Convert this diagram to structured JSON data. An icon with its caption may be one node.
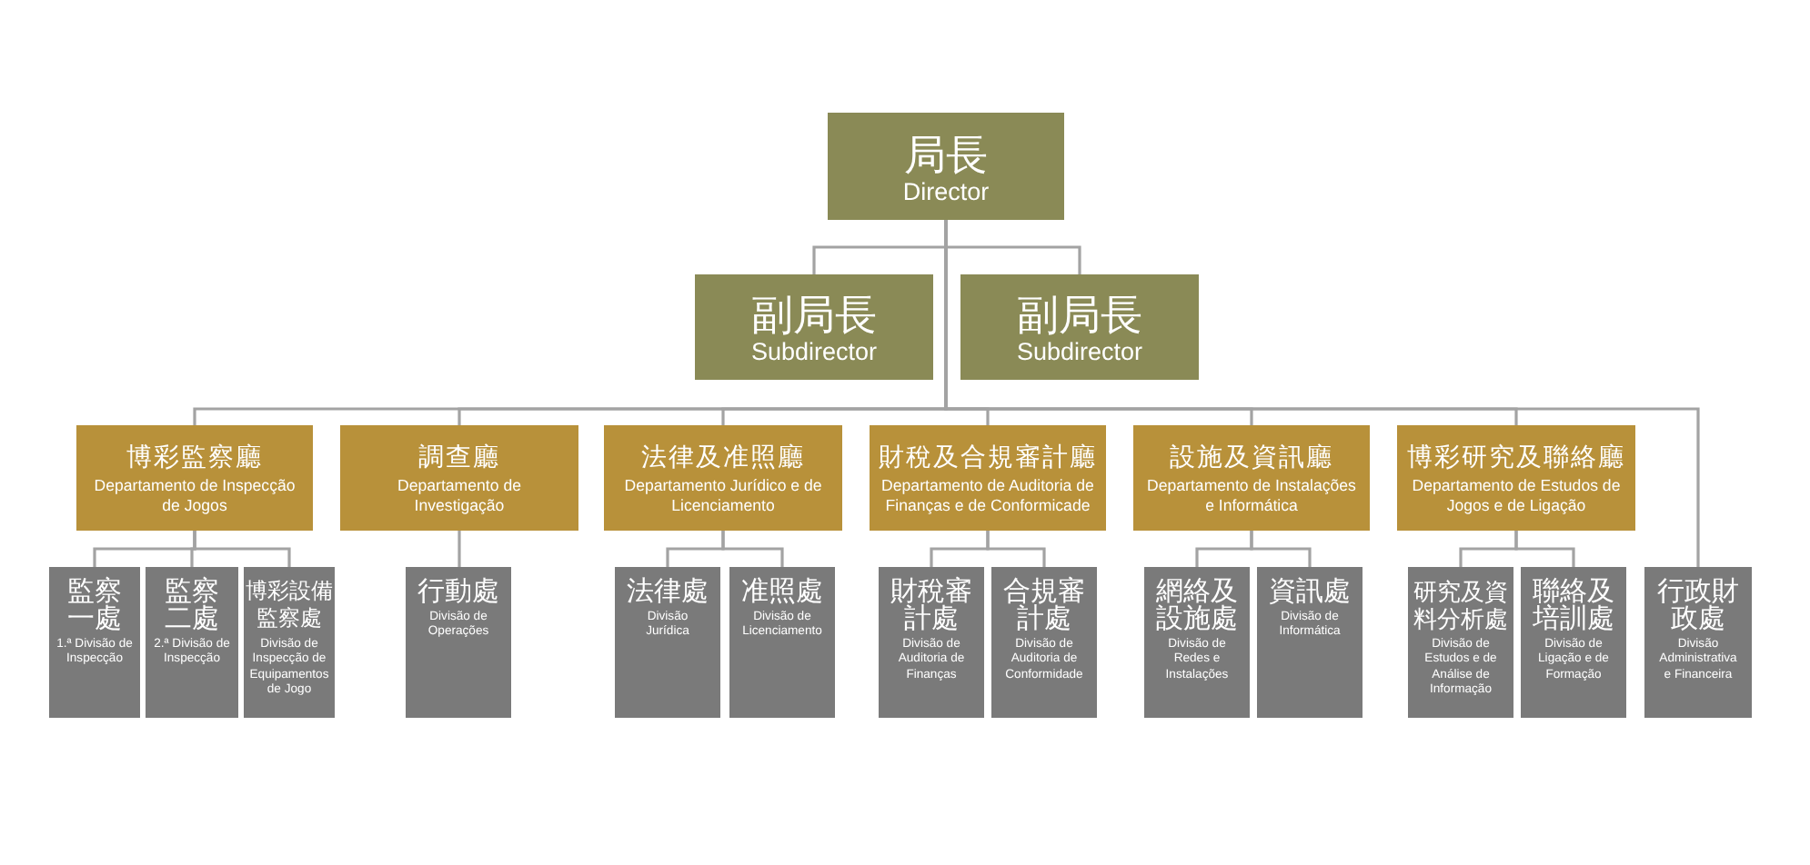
{
  "diagram": {
    "nodes": [
      {
        "text": [
          "局長",
          "Director"
        ]
      },
      {
        "text": [
          "副局長",
          "Subdirector"
        ]
      },
      {
        "text": [
          "副局長",
          "Subdirector"
        ]
      },
      {
        "text": [
          "博彩監察廳",
          "Departamento de Inspecção de Jogos"
        ]
      },
      {
        "text": [
          "調查廳",
          "Departamento de Investigação"
        ]
      },
      {
        "text": [
          "法律及准照廳",
          "Departamento Jurídico e de Licenciamento"
        ]
      },
      {
        "text": [
          "財稅及合規審計廳",
          "Departamento de Auditoria de Finanças e de Conformicade"
        ]
      },
      {
        "text": [
          "設施及資訊廳",
          "Departamento de Instalações e Informática"
        ]
      },
      {
        "text": [
          "博彩研究及聯絡廳",
          "Departamento de Estudos de Jogos e de Ligação"
        ]
      },
      {
        "text": [
          "監察一處",
          "1.ª Divisão de Inspecção"
        ]
      },
      {
        "text": [
          "監察二處",
          "2.ª Divisão de Inspecção"
        ]
      },
      {
        "text": [
          "博彩設備監察處",
          "Divisão de Inspecção de Equipamentos de Jogo"
        ]
      },
      {
        "text": [
          "行動處",
          "Divisão de Operações"
        ]
      },
      {
        "text": [
          "法律處",
          "Divisão Jurídica"
        ]
      },
      {
        "text": [
          "准照處",
          "Divisão de Licenciamento"
        ]
      },
      {
        "text": [
          "財稅審計處",
          "Divisão de Auditoria de Finanças"
        ]
      },
      {
        "text": [
          "合規審計處",
          "Divisão de Auditoria de Conformidade"
        ]
      },
      {
        "text": [
          "網絡及設施處",
          "Divisão de Redes e Instalações"
        ]
      },
      {
        "text": [
          "資訊處",
          "Divisão de Informática"
        ]
      },
      {
        "text": [
          "研究及資料分析處",
          "Divisão de Estudos e de Análise de Informação"
        ]
      },
      {
        "text": [
          "聯絡及培訓處",
          "Divisão de Ligação e de Formação"
        ]
      },
      {
        "text": [
          "行政財政處",
          "Divisão Administrativa e Financeira"
        ]
      }
    ],
    "edges": [
      {
        "from": 0,
        "to": 1,
        "arrow": "none"
      },
      {
        "from": 0,
        "to": 2,
        "arrow": "none"
      },
      {
        "from": 0,
        "to": 3,
        "arrow": "none"
      },
      {
        "from": 0,
        "to": 4,
        "arrow": "none"
      },
      {
        "from": 0,
        "to": 5,
        "arrow": "none"
      },
      {
        "from": 0,
        "to": 6,
        "arrow": "none"
      },
      {
        "from": 0,
        "to": 7,
        "arrow": "none"
      },
      {
        "from": 0,
        "to": 8,
        "arrow": "none"
      },
      {
        "from": 0,
        "to": 21,
        "arrow": "none"
      },
      {
        "from": 3,
        "to": 9,
        "arrow": "none"
      },
      {
        "from": 3,
        "to": 10,
        "arrow": "none"
      },
      {
        "from": 3,
        "to": 11,
        "arrow": "none"
      },
      {
        "from": 4,
        "to": 12,
        "arrow": "none"
      },
      {
        "from": 5,
        "to": 13,
        "arrow": "none"
      },
      {
        "from": 5,
        "to": 14,
        "arrow": "none"
      },
      {
        "from": 6,
        "to": 15,
        "arrow": "none"
      },
      {
        "from": 6,
        "to": 16,
        "arrow": "none"
      },
      {
        "from": 7,
        "to": 17,
        "arrow": "none"
      },
      {
        "from": 7,
        "to": 18,
        "arrow": "none"
      },
      {
        "from": 8,
        "to": 19,
        "arrow": "none"
      },
      {
        "from": 8,
        "to": 20,
        "arrow": "none"
      }
    ]
  }
}
